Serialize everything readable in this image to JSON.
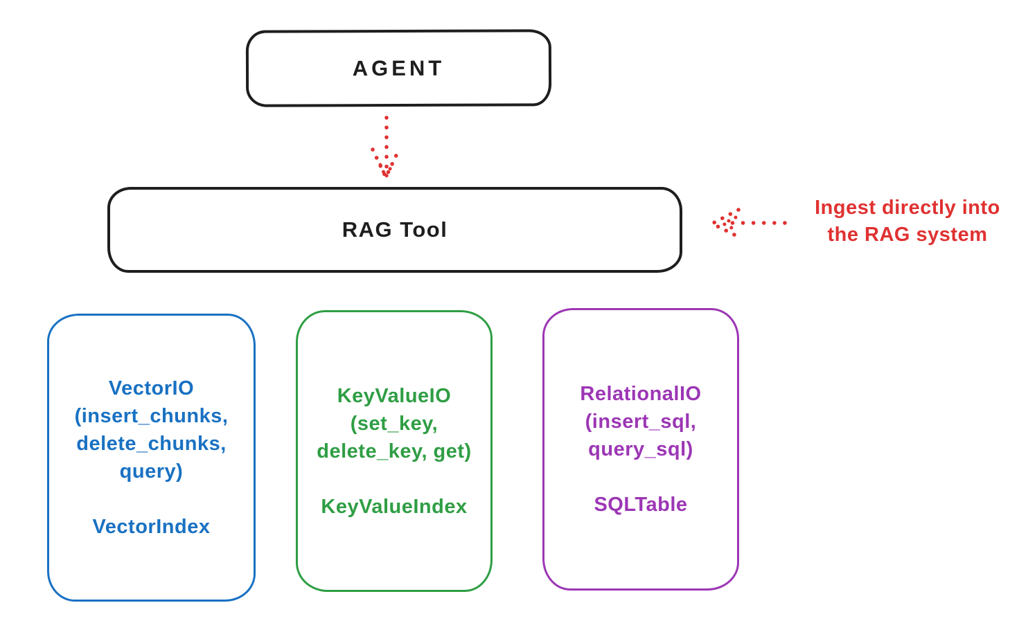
{
  "colors": {
    "ink": "#1e1e1e",
    "red": "#e03131",
    "blue": "#1971c2",
    "green": "#2f9e44",
    "purple": "#9c36b5"
  },
  "agent": {
    "label": "AGENT"
  },
  "rag_tool": {
    "label": "RAG Tool"
  },
  "annotation": {
    "line1": "Ingest directly into",
    "line2": "the RAG system"
  },
  "storage_boxes": [
    {
      "name": "vector-io",
      "color": "#1971c2",
      "title": "VectorIO",
      "params": [
        "(insert_chunks,",
        "delete_chunks,",
        "query)"
      ],
      "index_label": "VectorIndex"
    },
    {
      "name": "key-value-io",
      "color": "#2f9e44",
      "title": "KeyValueIO",
      "params": [
        "(set_key,",
        "delete_key, get)"
      ],
      "index_label": "KeyValueIndex"
    },
    {
      "name": "relational-io",
      "color": "#9c36b5",
      "title": "RelationalIO",
      "params": [
        "(insert_sql,",
        "query_sql)"
      ],
      "index_label": "SQLTable"
    }
  ]
}
